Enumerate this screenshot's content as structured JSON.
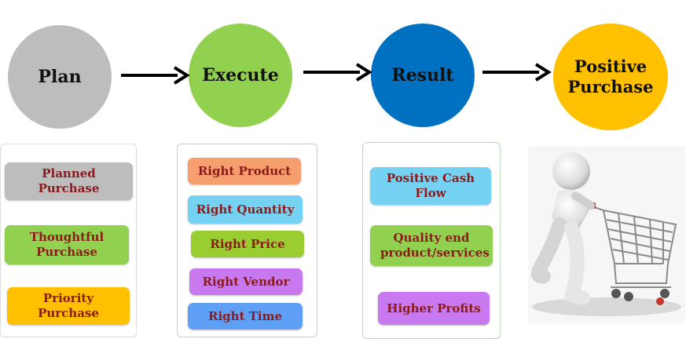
{
  "stages": [
    {
      "label": "Plan",
      "color": "#bdbdbd"
    },
    {
      "label": "Execute",
      "color": "#92d050"
    },
    {
      "label": "Result",
      "color": "#0070c0"
    },
    {
      "label": "Positive Purchase",
      "color": "#ffc000"
    }
  ],
  "plan_items": [
    {
      "label": "Planned Purchase",
      "color": "#bdbdbd"
    },
    {
      "label": "Thoughtful Purchase",
      "color": "#92d050"
    },
    {
      "label": "Priority Purchase",
      "color": "#ffc000"
    }
  ],
  "execute_items": [
    {
      "label": "Right Product",
      "color": "#f79e6e"
    },
    {
      "label": "Right Quantity",
      "color": "#75d2f2"
    },
    {
      "label": "Right Price",
      "color": "#9acd32"
    },
    {
      "label": "Right Vendor",
      "color": "#c879f0"
    },
    {
      "label": "Right Time",
      "color": "#5f9ff5"
    }
  ],
  "result_items": [
    {
      "label": "Positive Cash Flow",
      "color": "#75d2f2"
    },
    {
      "label": "Quality end product/services",
      "color": "#92d050"
    },
    {
      "label": "Higher Profits",
      "color": "#c879f0"
    }
  ],
  "illustration": "person-pushing-shopping-cart"
}
